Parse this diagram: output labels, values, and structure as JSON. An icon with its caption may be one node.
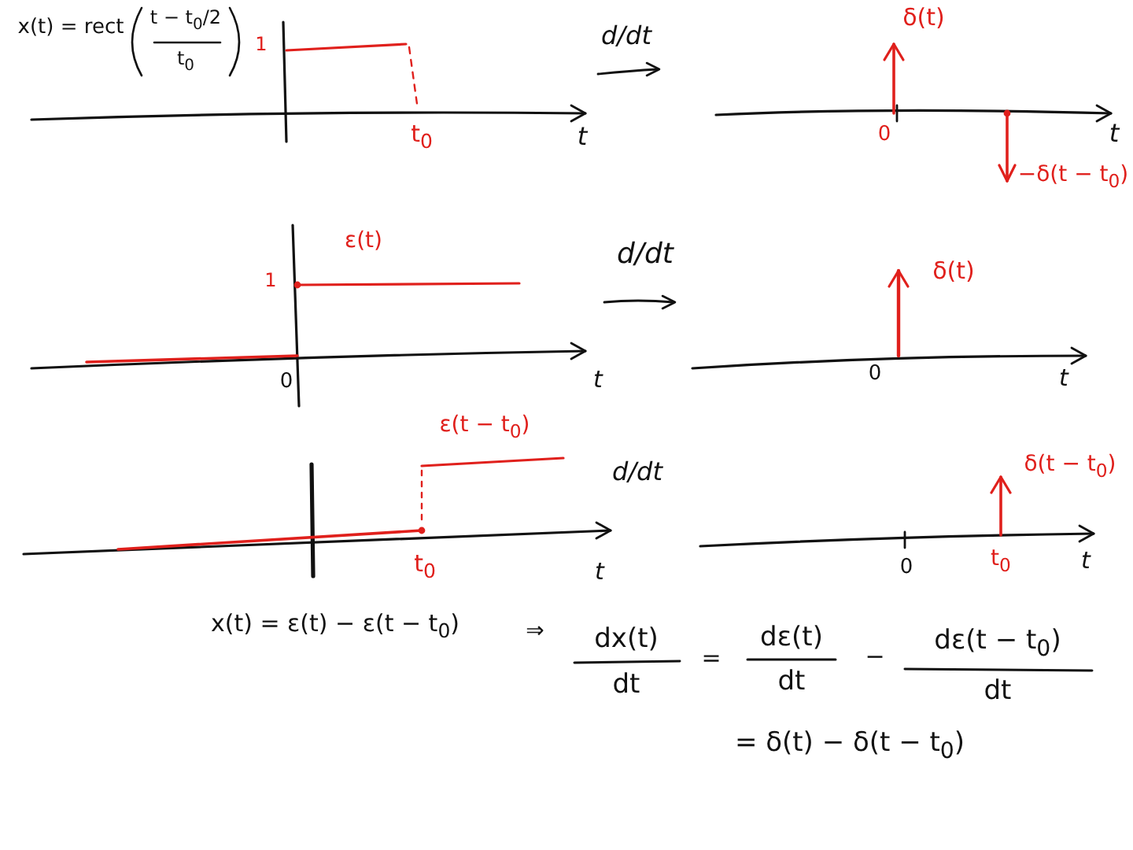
{
  "diagram": {
    "labels": [
      "x(t) = rect",
      "t − t$_{0}$/2",
      "t$_{0}$",
      "1",
      "d/dt",
      "δ(t)",
      "t$_{0}$",
      "t",
      "0",
      "t",
      "−δ(t − t$_{0}$)",
      "ε(t)",
      "1",
      "d/dt",
      "δ(t)",
      "0",
      "t",
      "0",
      "t",
      "ε(t − t$_{0}$)",
      "d/dt",
      "δ(t − t$_{0}$)",
      "t$_{0}$",
      "t",
      "0",
      "t$_{0}$",
      "t",
      "x(t) = ε(t) − ε(t − t$_{0}$)",
      "⇒",
      "dx(t)",
      "dt",
      "=",
      "dε(t)",
      "dt",
      "−",
      "dε(t − t$_{0}$)",
      "dt",
      "= δ(t) − δ(t − t$_{0}$)"
    ]
  }
}
